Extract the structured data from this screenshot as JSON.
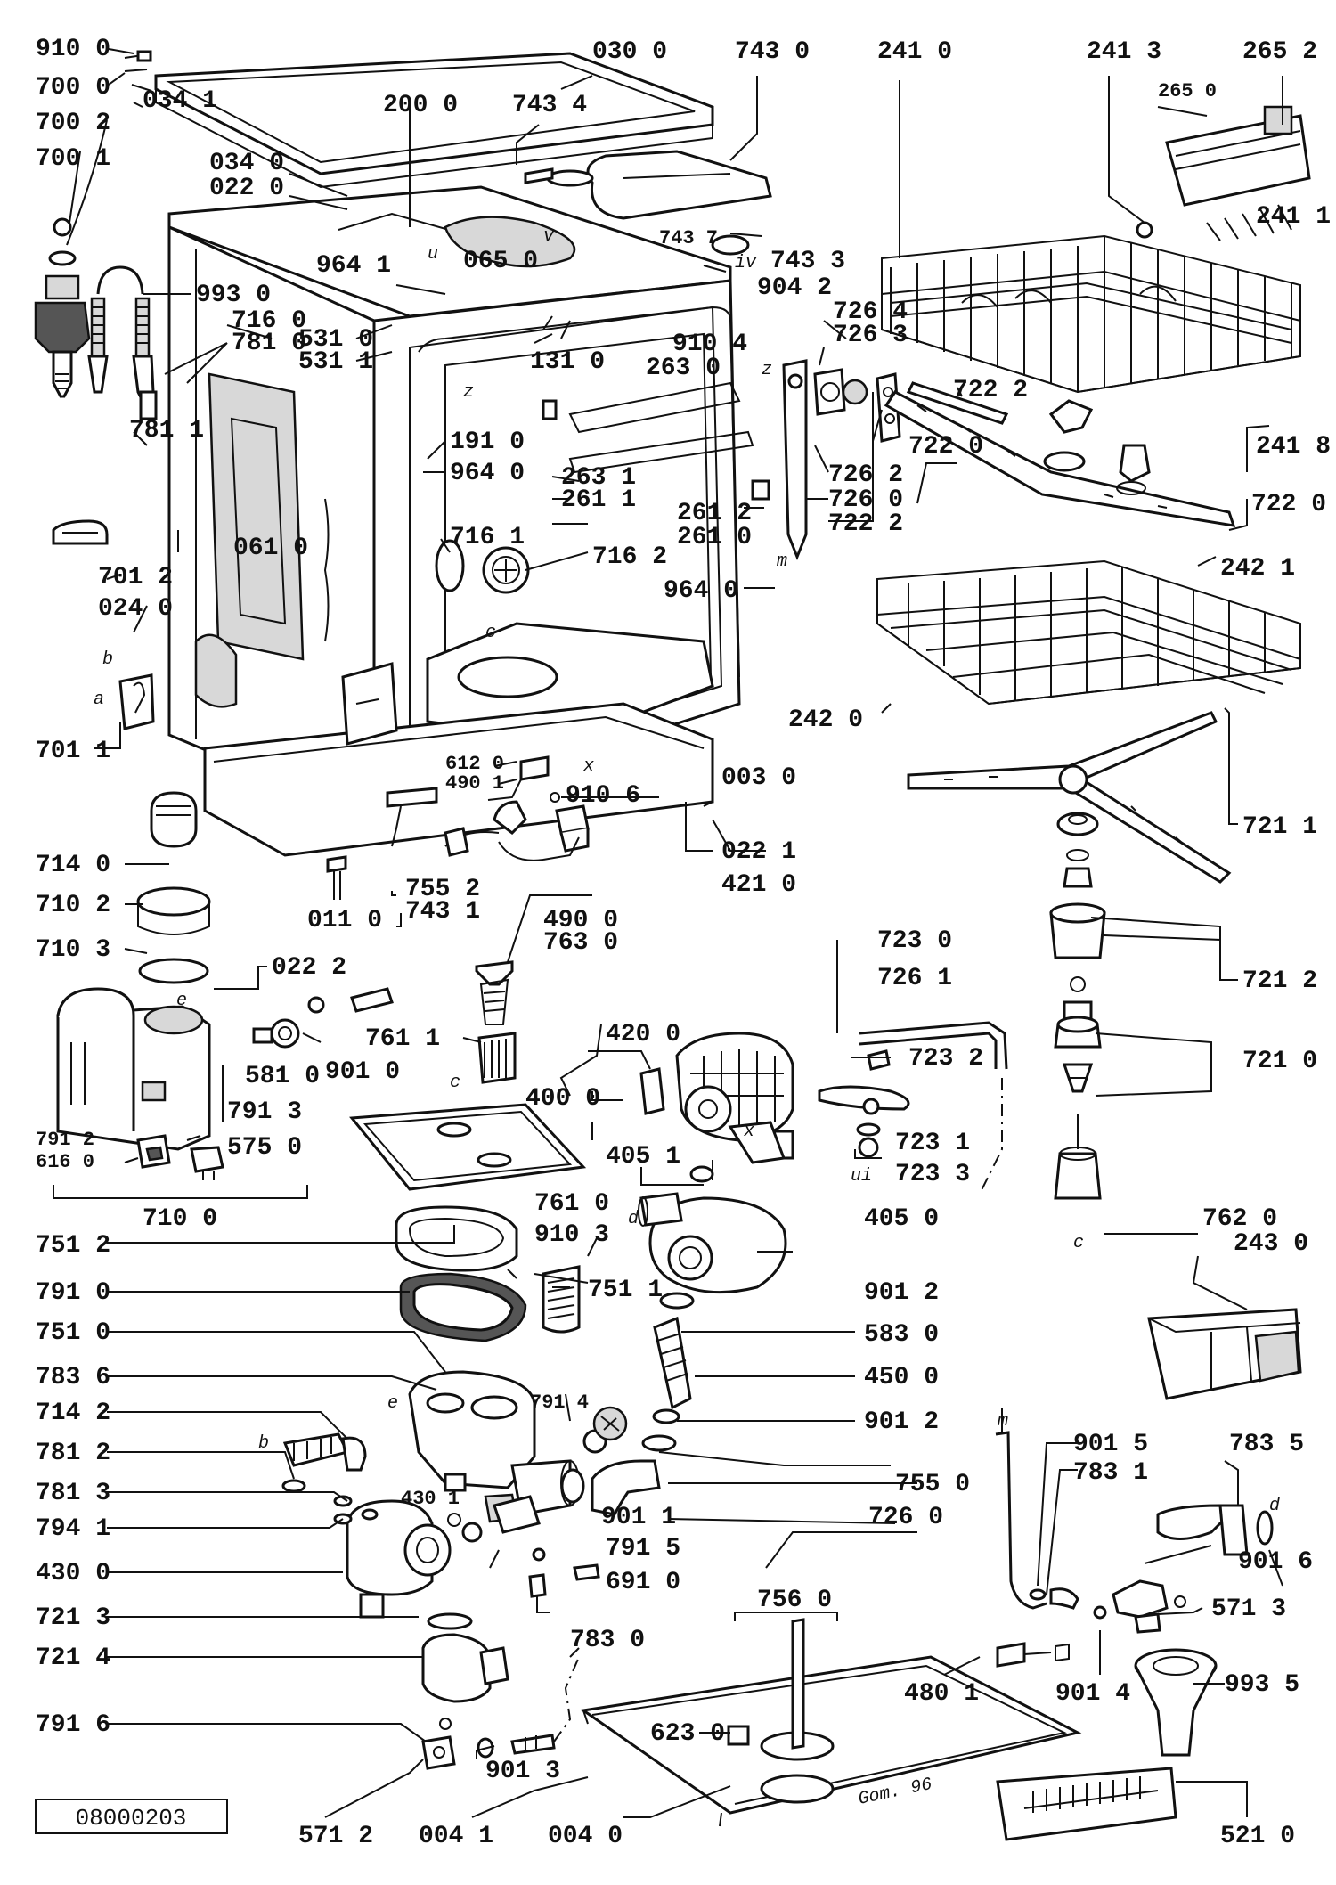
{
  "doc_number": "08000203",
  "stamp": "Gom. 96",
  "labels": [
    {
      "t": "910 0"
    },
    {
      "t": "700 0"
    },
    {
      "t": "700 2"
    },
    {
      "t": "700 1"
    },
    {
      "t": "034 1"
    },
    {
      "t": "030 0"
    },
    {
      "t": "743 0"
    },
    {
      "t": "200 0"
    },
    {
      "t": "743 4"
    },
    {
      "t": "241 0"
    },
    {
      "t": "241 3"
    },
    {
      "t": "265 2"
    },
    {
      "t": "265 0"
    },
    {
      "t": "034 0"
    },
    {
      "t": "022 0"
    },
    {
      "t": "743 7"
    },
    {
      "t": "743 3"
    },
    {
      "t": "904 2"
    },
    {
      "t": "241 1"
    },
    {
      "t": "993 0"
    },
    {
      "t": "716 0"
    },
    {
      "t": "781 0"
    },
    {
      "t": "964 1"
    },
    {
      "t": "065 0"
    },
    {
      "t": "531 0"
    },
    {
      "t": "531 1"
    },
    {
      "t": "910 4"
    },
    {
      "t": "726 4"
    },
    {
      "t": "726 3"
    },
    {
      "t": "131 0"
    },
    {
      "t": "263 0"
    },
    {
      "t": "722 2"
    },
    {
      "t": "241 8"
    },
    {
      "t": "781 1"
    },
    {
      "t": "191 0"
    },
    {
      "t": "964 0"
    },
    {
      "t": "263 1"
    },
    {
      "t": "261 1"
    },
    {
      "t": "722 0"
    },
    {
      "t": "726 2"
    },
    {
      "t": "726 0"
    },
    {
      "t": "722 2"
    },
    {
      "t": "261 2"
    },
    {
      "t": "261 0"
    },
    {
      "t": "722 0"
    },
    {
      "t": "716 1"
    },
    {
      "t": "061 0"
    },
    {
      "t": "716 2"
    },
    {
      "t": "701 2"
    },
    {
      "t": "024 0"
    },
    {
      "t": "964 0"
    },
    {
      "t": "242 1"
    },
    {
      "t": "242 0"
    },
    {
      "t": "701 1"
    },
    {
      "t": "612 0"
    },
    {
      "t": "490 1"
    },
    {
      "t": "910 6"
    },
    {
      "t": "003 0"
    },
    {
      "t": "022 1"
    },
    {
      "t": "721 1"
    },
    {
      "t": "714 0"
    },
    {
      "t": "421 0"
    },
    {
      "t": "755 2"
    },
    {
      "t": "743 1"
    },
    {
      "t": "710 2"
    },
    {
      "t": "011 0"
    },
    {
      "t": "490 0"
    },
    {
      "t": "763 0"
    },
    {
      "t": "710 3"
    },
    {
      "t": "022 2"
    },
    {
      "t": "723 0"
    },
    {
      "t": "726 1"
    },
    {
      "t": "721 2"
    },
    {
      "t": "761 1"
    },
    {
      "t": "420 0"
    },
    {
      "t": "901 0"
    },
    {
      "t": "581 0"
    },
    {
      "t": "723 2"
    },
    {
      "t": "721 0"
    },
    {
      "t": "400 0"
    },
    {
      "t": "791 3"
    },
    {
      "t": "791 2"
    },
    {
      "t": "616 0"
    },
    {
      "t": "575 0"
    },
    {
      "t": "723 1"
    },
    {
      "t": "405 1"
    },
    {
      "t": "723 3"
    },
    {
      "t": "710 0"
    },
    {
      "t": "761 0"
    },
    {
      "t": "910 3"
    },
    {
      "t": "405 0"
    },
    {
      "t": "762 0"
    },
    {
      "t": "243 0"
    },
    {
      "t": "751 2"
    },
    {
      "t": "791 0"
    },
    {
      "t": "751 1"
    },
    {
      "t": "901 2"
    },
    {
      "t": "751 0"
    },
    {
      "t": "583 0"
    },
    {
      "t": "783 6"
    },
    {
      "t": "450 0"
    },
    {
      "t": "791 4"
    },
    {
      "t": "714 2"
    },
    {
      "t": "901 2"
    },
    {
      "t": "901 5"
    },
    {
      "t": "783 5"
    },
    {
      "t": "781 2"
    },
    {
      "t": "783 1"
    },
    {
      "t": "755 0"
    },
    {
      "t": "781 3"
    },
    {
      "t": "430 1"
    },
    {
      "t": "901 1"
    },
    {
      "t": "726 0"
    },
    {
      "t": "794 1"
    },
    {
      "t": "791 5"
    },
    {
      "t": "901 6"
    },
    {
      "t": "430 0"
    },
    {
      "t": "691 0"
    },
    {
      "t": "571 3"
    },
    {
      "t": "756 0"
    },
    {
      "t": "721 3"
    },
    {
      "t": "721 4"
    },
    {
      "t": "783 0"
    },
    {
      "t": "480 1"
    },
    {
      "t": "901 4"
    },
    {
      "t": "993 5"
    },
    {
      "t": "791 6"
    },
    {
      "t": "901 3"
    },
    {
      "t": "623 0"
    },
    {
      "t": "571 2"
    },
    {
      "t": "004 1"
    },
    {
      "t": "004 0"
    },
    {
      "t": "521 0"
    }
  ],
  "letters": [
    "u",
    "v",
    "iv",
    "z",
    "z",
    "m",
    "c",
    "b",
    "a",
    "x",
    "e",
    "c",
    "x",
    "d",
    "ui",
    "c",
    "e",
    "b",
    "m",
    "d"
  ]
}
